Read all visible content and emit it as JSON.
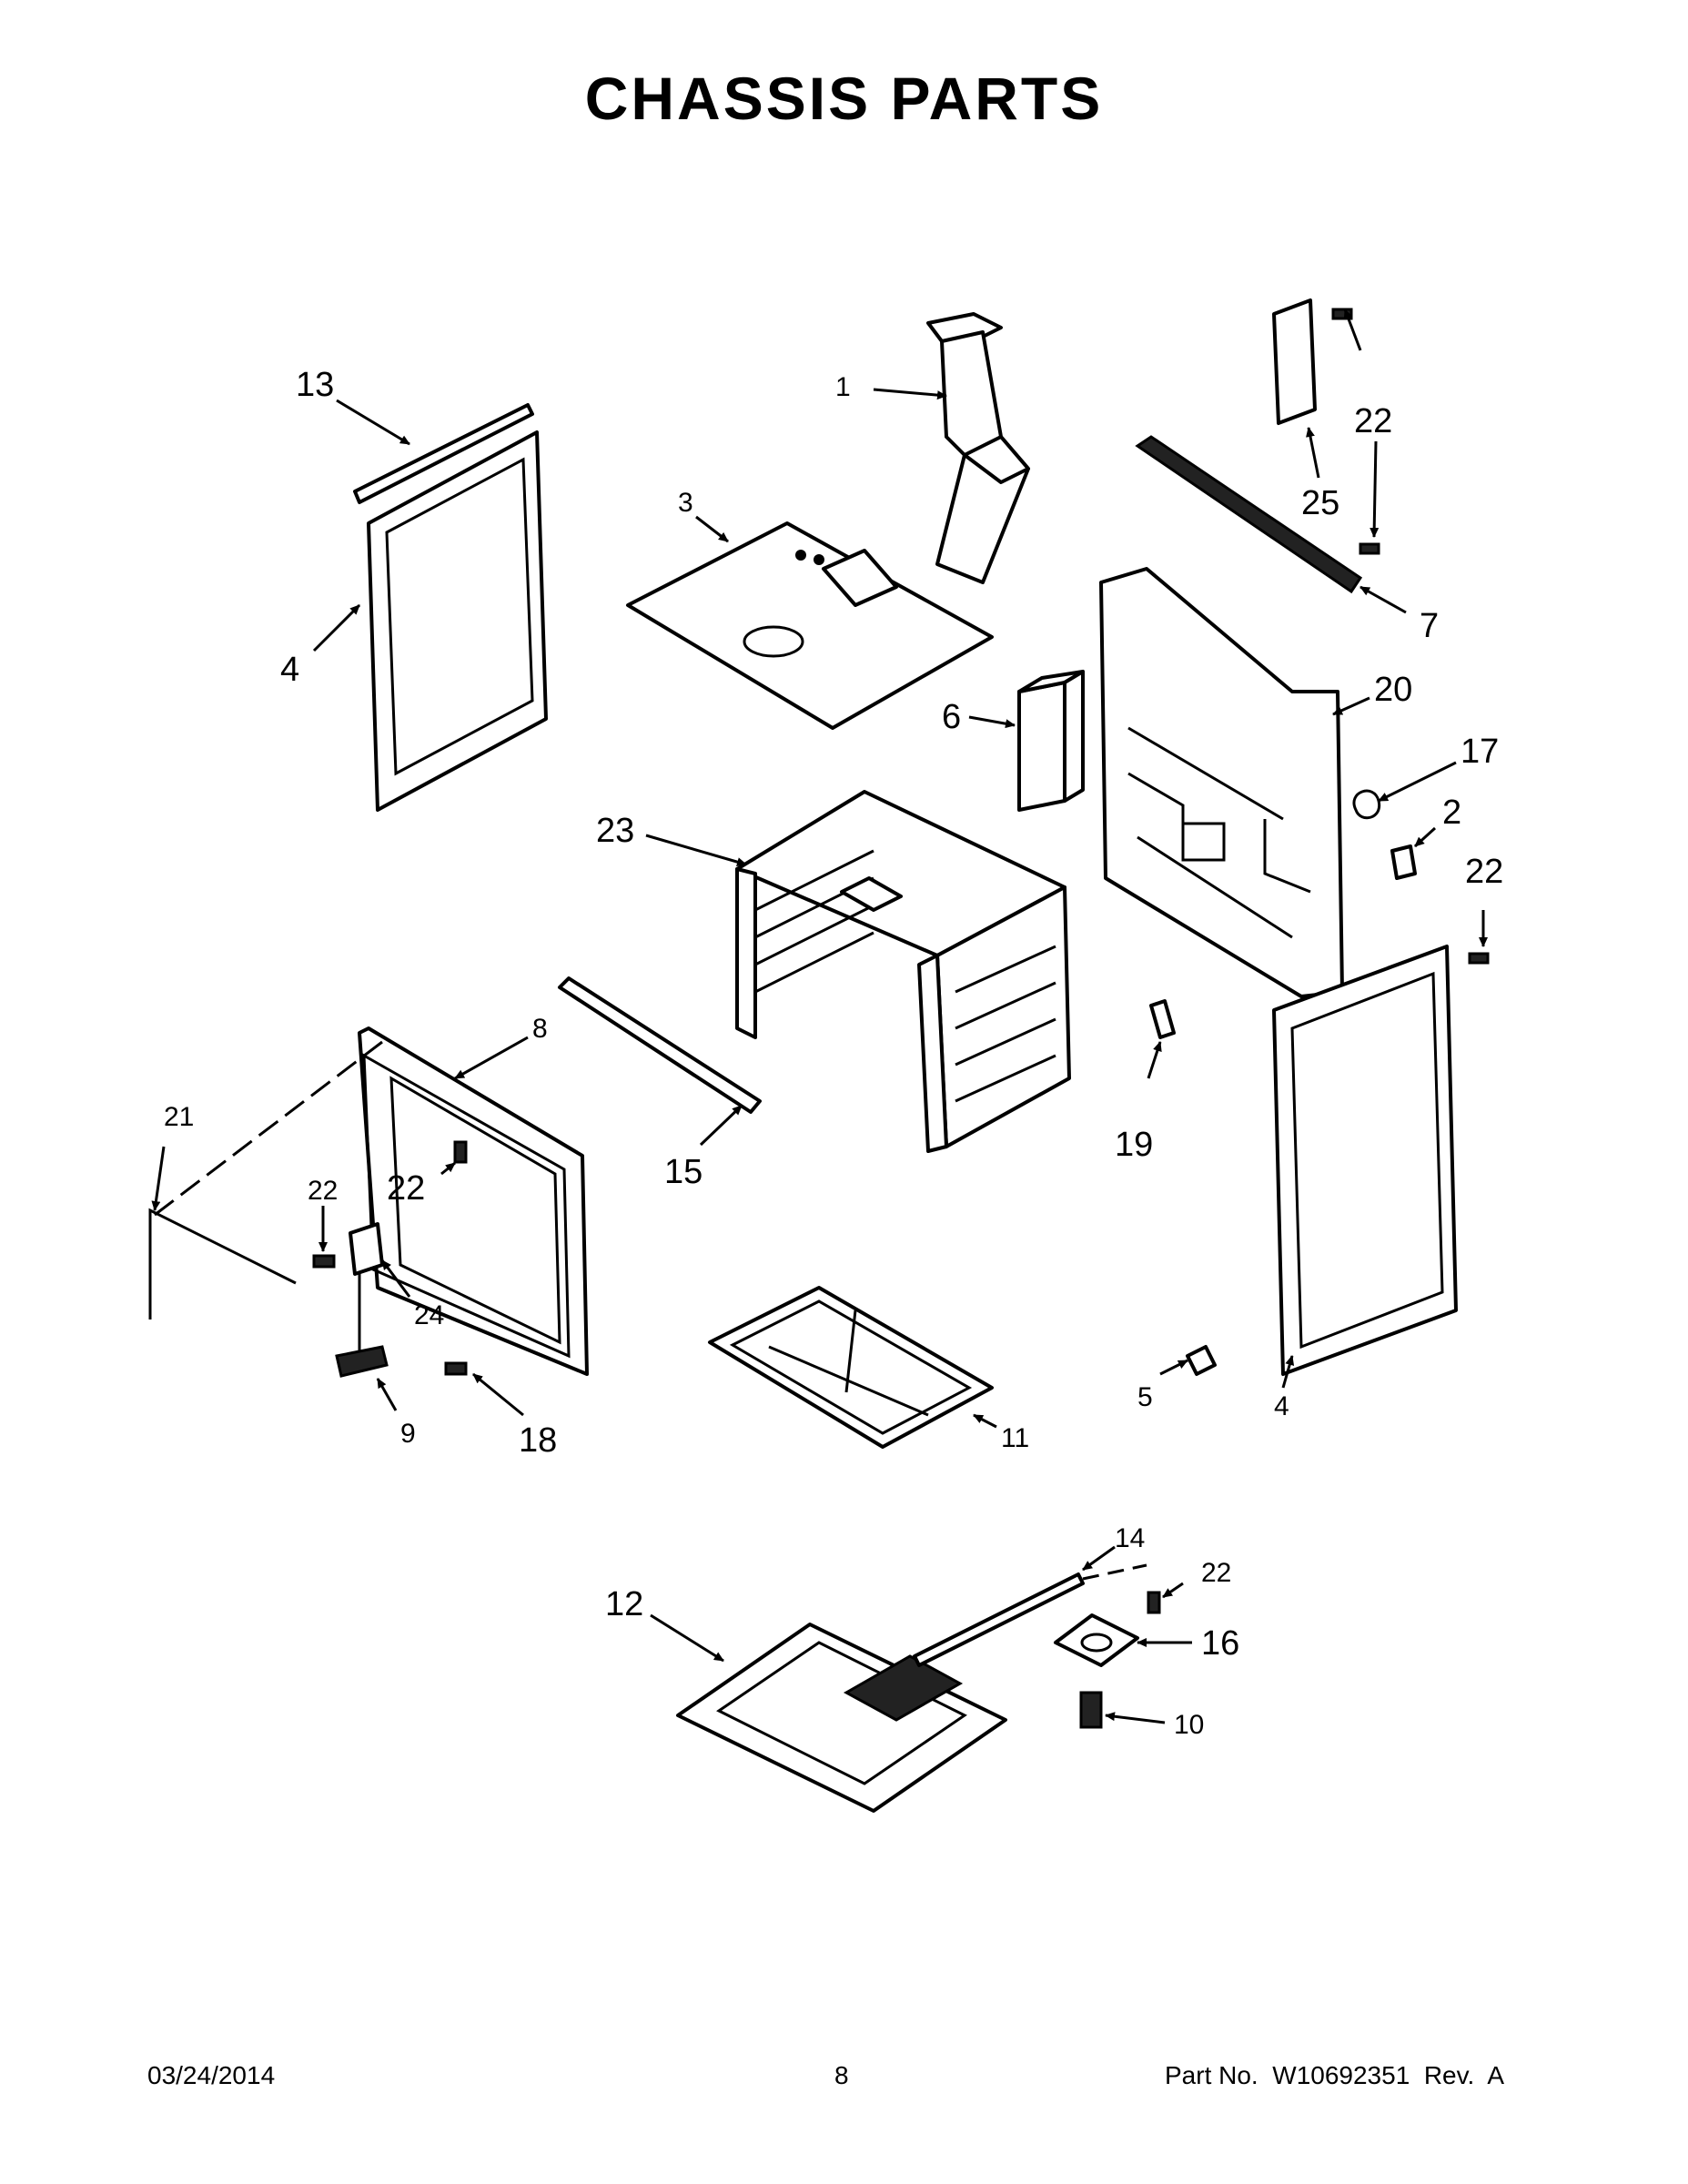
{
  "page": {
    "title": "CHASSIS PARTS",
    "footer": {
      "date": "03/24/2014",
      "page_number": "8",
      "part_number": "Part No.  W10692351  Rev.  A"
    }
  },
  "callouts": {
    "c1": "1",
    "c2": "2",
    "c3": "3",
    "c4a": "4",
    "c4b": "4",
    "c5": "5",
    "c6": "6",
    "c7": "7",
    "c8": "8",
    "c9": "9",
    "c10": "10",
    "c11": "11",
    "c12": "12",
    "c13": "13",
    "c14": "14",
    "c15": "15",
    "c16": "16",
    "c17": "17",
    "c18": "18",
    "c19": "19",
    "c20": "20",
    "c21": "21",
    "c22a": "22",
    "c22b": "22",
    "c22c": "22",
    "c22d": "22",
    "c22e": "22",
    "c23": "23",
    "c24": "24",
    "c25": "25"
  }
}
